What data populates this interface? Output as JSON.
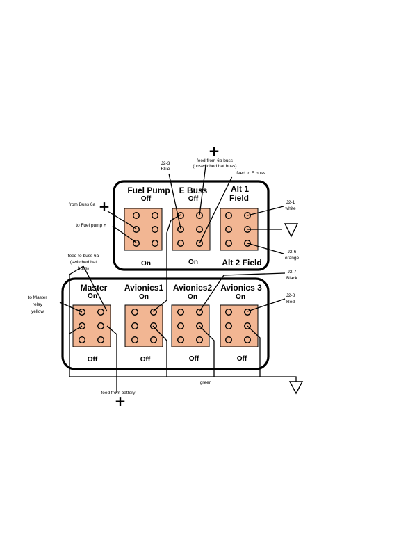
{
  "top_panel": {
    "switches": [
      {
        "title": [
          "Fuel Pump",
          "Off"
        ],
        "bottom": "On"
      },
      {
        "title": [
          "E Buss",
          "Off"
        ],
        "bottom": "On"
      },
      {
        "title": [
          "Alt 1",
          "Field"
        ],
        "bottom": "Alt 2 Field"
      }
    ]
  },
  "bottom_panel": {
    "switches": [
      {
        "title": [
          "Master",
          "On"
        ],
        "bottom": "Off"
      },
      {
        "title": [
          "Avionics1",
          "On"
        ],
        "bottom": "Off"
      },
      {
        "title": [
          "Avionics2",
          "On"
        ],
        "bottom": "Off"
      },
      {
        "title": [
          "Avionics 3",
          "On"
        ],
        "bottom": "Off"
      }
    ]
  },
  "labels": {
    "j2_3": [
      "J2-3",
      "Blue"
    ],
    "feed_6b": [
      "feed from 6b buss",
      "(unswitched bat buss)"
    ],
    "feed_ebuss": [
      "feed to E buss"
    ],
    "from_buss_6a": [
      "from Buss 6a"
    ],
    "to_fuel_pump": [
      "to Fuel pump +"
    ],
    "j2_1": [
      "J2-1",
      "white"
    ],
    "j2_6": [
      "J2-6",
      "orange"
    ],
    "j2_7": [
      "J2-7",
      "Black"
    ],
    "feed_buss_6a": [
      "feed to buss 6a",
      "(switched bat",
      "buss)"
    ],
    "to_master": [
      "to Master",
      "relay",
      "yellow"
    ],
    "j2_8": [
      "J2-8",
      "Red"
    ],
    "green": [
      "green"
    ],
    "feed_battery": [
      "feed from battery"
    ]
  },
  "symbols": {
    "plus": "+"
  }
}
